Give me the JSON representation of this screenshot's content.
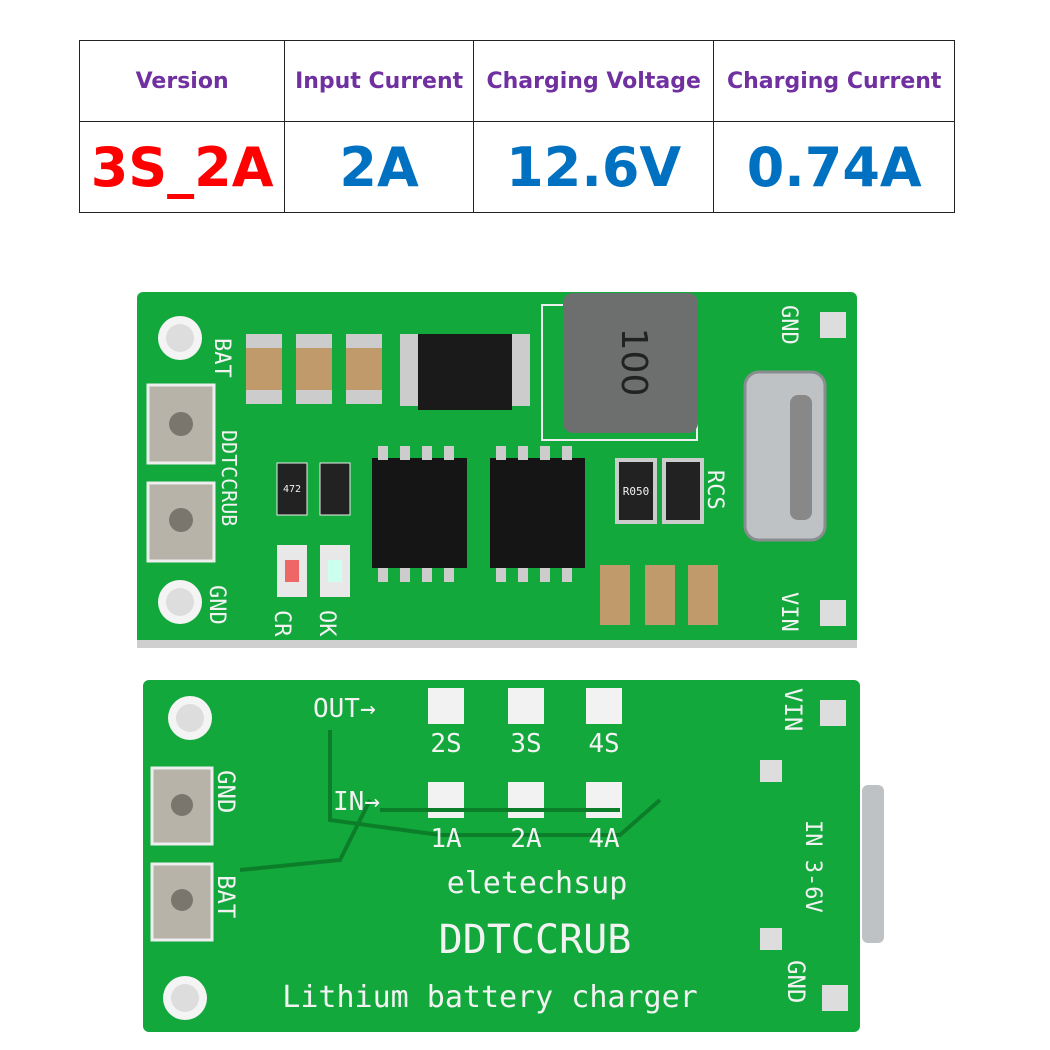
{
  "table": {
    "headers": [
      "Version",
      "Input Current",
      "Charging Voltage",
      "Charging Current"
    ],
    "values": [
      "3S_2A",
      "2A",
      "12.6V",
      "0.74A"
    ],
    "colors": {
      "header": "#7030A0",
      "version": "#FF0000",
      "value": "#0070C0"
    }
  },
  "top_board": {
    "labels": {
      "bat": "BAT",
      "model": "DDTCCRUB",
      "gnd_left": "GND",
      "cr": "CR",
      "ok": "OK",
      "rcs": "RCS",
      "gnd_right": "GND",
      "vin": "VIN",
      "inductor": "100",
      "res_sense": "R050",
      "res_led": "472"
    }
  },
  "bottom_board": {
    "out_label": "OUT→",
    "out_options": [
      "2S",
      "3S",
      "4S"
    ],
    "in_label": "IN→",
    "in_options": [
      "1A",
      "2A",
      "4A"
    ],
    "brand": "eletechsup",
    "model": "DDTCCRUB",
    "description": "Lithium battery charger",
    "left_labels": [
      "GND",
      "BAT"
    ],
    "right_labels": {
      "vin": "VIN",
      "input": "IN 3-6V",
      "gnd": "GND"
    }
  },
  "colors": {
    "pcb": "#10a53a",
    "silk": "#f2f2f2"
  }
}
